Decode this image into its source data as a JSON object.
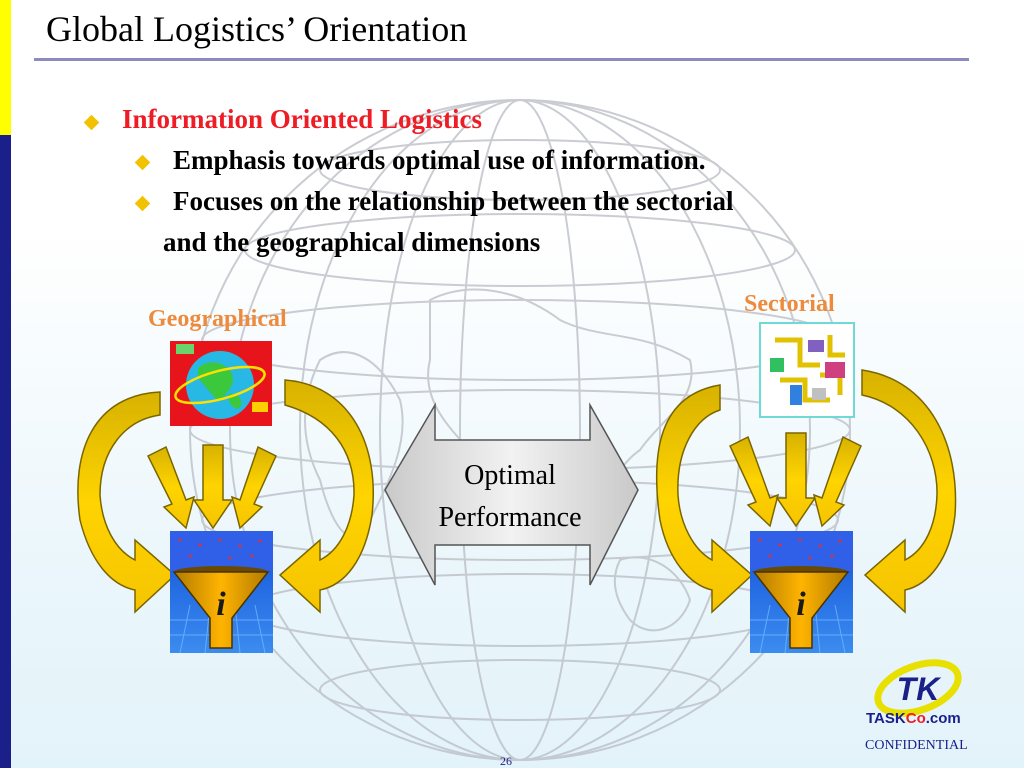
{
  "slide": {
    "title": "Global Logistics’ Orientation",
    "bullets": [
      "Information Oriented Logistics",
      "Emphasis towards optimal use of information.",
      "Focuses on the relationship between the sectorial",
      "and the geographical dimensions"
    ],
    "diagram": {
      "left_label": "Geographical",
      "right_label": "Sectorial",
      "center_line1": "Optimal",
      "center_line2": "Performance",
      "funnel_symbol": "i"
    },
    "footer": {
      "page_number": "26",
      "confidential": "CONFIDENTIAL",
      "logo_letters": "TK",
      "company_prefix": "TASK",
      "company_mid": "Co",
      "company_suffix": ".com"
    }
  },
  "colors": {
    "accent_red": "#ee1c25",
    "label_orange": "#ee8a3c",
    "arrow_yellow": "#f9d000",
    "navy": "#1a1f8a",
    "bullet_gold": "#f2c200"
  },
  "icons": [
    "globe-icon",
    "network-icon",
    "funnel-icon",
    "curved-arrow-icon",
    "down-arrow-icon",
    "double-arrow-icon",
    "logo-icon"
  ]
}
